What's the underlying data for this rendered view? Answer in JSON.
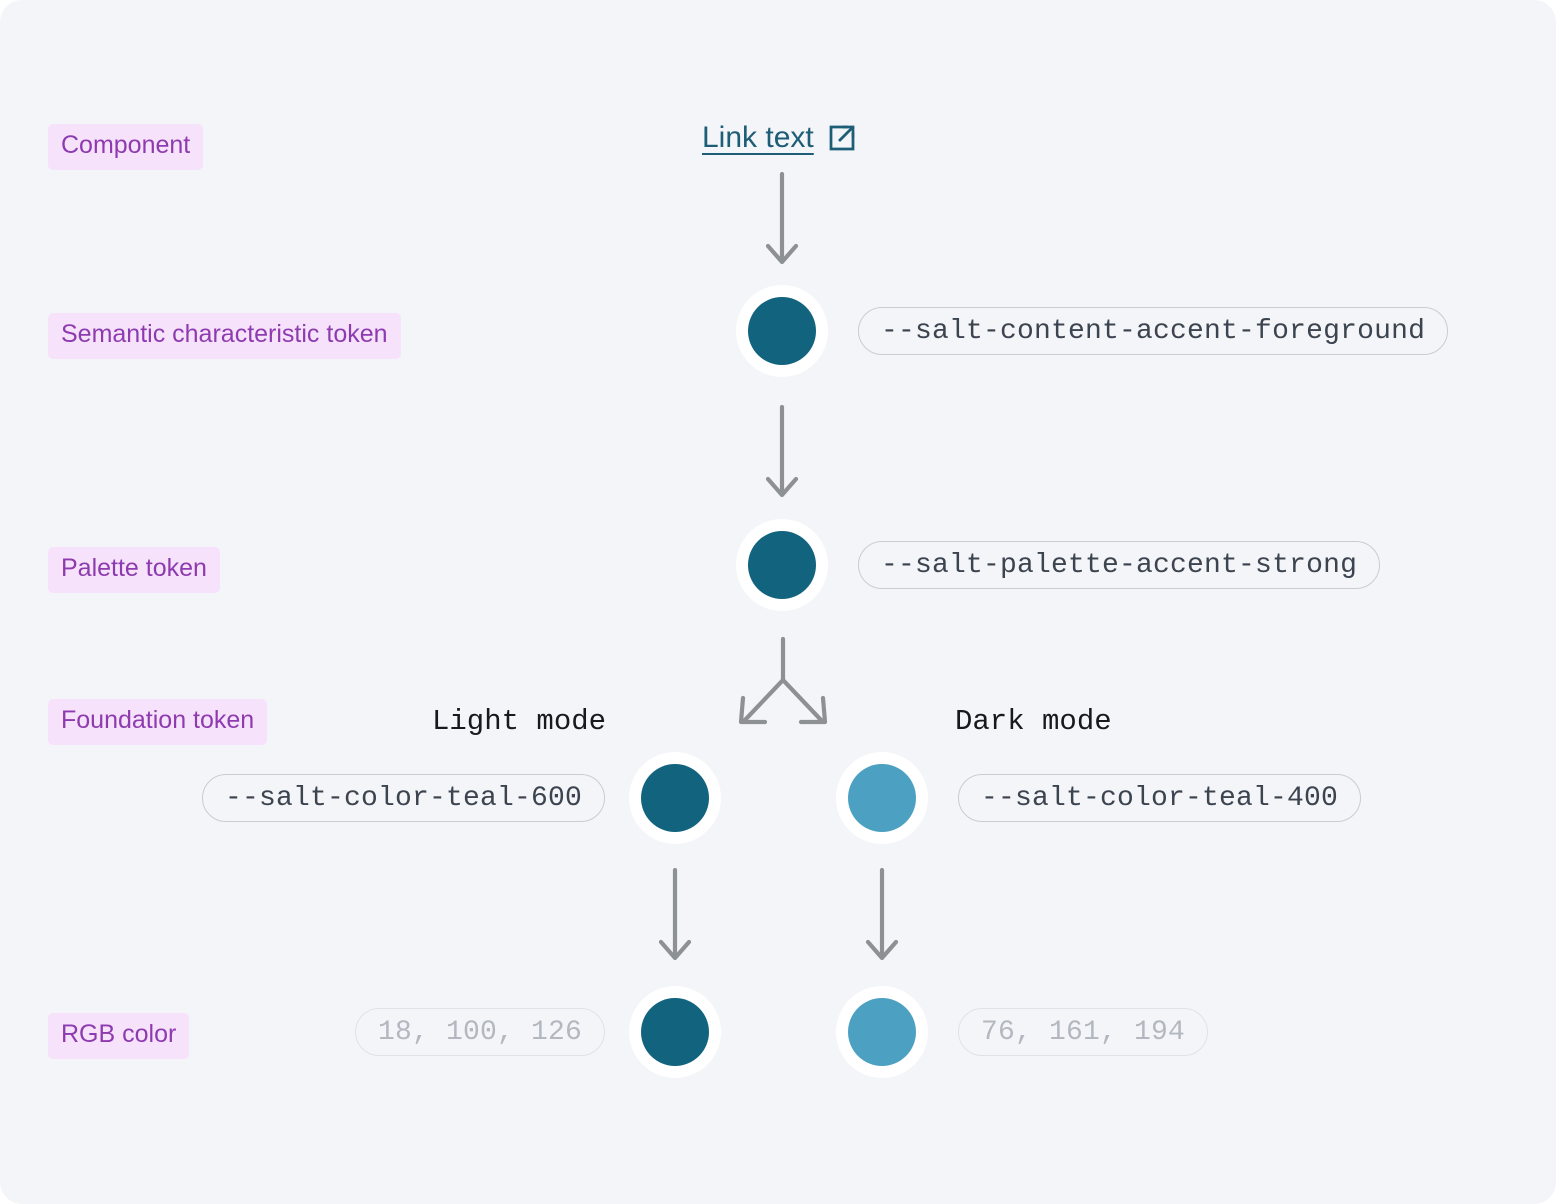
{
  "page": {
    "background_color": "#f4f5f8",
    "title": "Salt design token hierarchy"
  },
  "colors": {
    "accent_dark": "#12647e",
    "accent_light": "#4ca1c2",
    "label_background": "#f6e3fb",
    "label_text": "#8e3bb0",
    "arrow": "#8e9194",
    "pill_border": "#c9ccd2",
    "pill_text": "#3c4450",
    "pill_muted_text": "#b3b8c0",
    "link_text": "#1d5d75"
  },
  "row_labels": [
    {
      "id": "component",
      "label": "Component"
    },
    {
      "id": "semantic",
      "label": "Semantic characteristic token"
    },
    {
      "id": "palette",
      "label": "Palette token"
    },
    {
      "id": "foundation",
      "label": "Foundation token"
    },
    {
      "id": "rgb",
      "label": "RGB color"
    }
  ],
  "component": {
    "link_label": "Link text",
    "icon": "external-link-icon"
  },
  "semantic_row": {
    "token": "--salt-content-accent-foreground",
    "swatch_color": "#12647e"
  },
  "palette_row": {
    "token": "--salt-palette-accent-strong",
    "swatch_color": "#12647e"
  },
  "foundation_row": {
    "light": {
      "mode_label": "Light mode",
      "token": "--salt-color-teal-600",
      "swatch_color": "#12647e"
    },
    "dark": {
      "mode_label": "Dark mode",
      "token": "--salt-color-teal-400",
      "swatch_color": "#4ca1c2"
    }
  },
  "rgb_row": {
    "light": {
      "value": "18, 100, 126",
      "swatch_color": "#12647e"
    },
    "dark": {
      "value": "76, 161, 194",
      "swatch_color": "#4ca1c2"
    }
  }
}
